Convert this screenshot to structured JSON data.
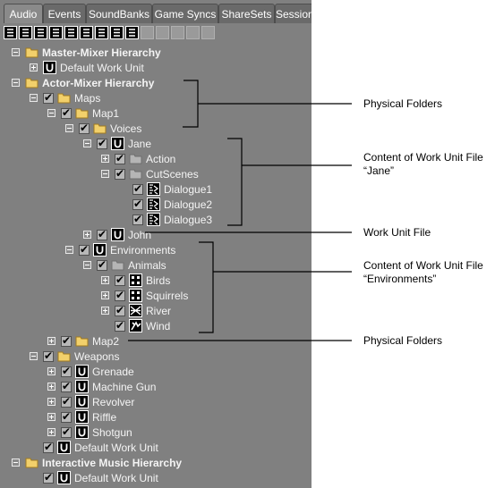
{
  "tabs": [
    {
      "label": "Audio",
      "active": true
    },
    {
      "label": "Events",
      "active": false
    },
    {
      "label": "SoundBanks",
      "active": false
    },
    {
      "label": "Game Syncs",
      "active": false
    },
    {
      "label": "ShareSets",
      "active": false
    },
    {
      "label": "Session",
      "active": false
    }
  ],
  "toolbar": {
    "icons": [
      "work-unit-icon",
      "folder-icon",
      "actor-mixer-icon",
      "random-container-icon",
      "sequence-container-icon",
      "switch-container-icon",
      "blend-container-icon",
      "sound-sfx-icon",
      "sound-voice-icon",
      "disabled-1-icon",
      "disabled-2-icon",
      "disabled-3-icon",
      "disabled-4-icon",
      "disabled-5-icon"
    ]
  },
  "tree": [
    {
      "label": "Master-Mixer Hierarchy",
      "bold": true,
      "icon": "folder",
      "expander": "minus",
      "checked": false
    },
    {
      "label": "Default Work Unit",
      "bold": false,
      "icon": "workunit",
      "expander": "plus",
      "checked": false
    },
    {
      "label": "Actor-Mixer Hierarchy",
      "bold": true,
      "icon": "folder",
      "expander": "minus",
      "checked": false
    },
    {
      "label": "Maps",
      "bold": false,
      "icon": "folder",
      "expander": "minus",
      "checked": true
    },
    {
      "label": "Map1",
      "bold": false,
      "icon": "folder",
      "expander": "minus",
      "checked": true
    },
    {
      "label": "Voices",
      "bold": false,
      "icon": "folder",
      "expander": "minus",
      "checked": true
    },
    {
      "label": "Jane",
      "bold": false,
      "icon": "workunit",
      "expander": "minus",
      "checked": true
    },
    {
      "label": "Action",
      "bold": false,
      "icon": "greyfolder",
      "expander": "plus",
      "checked": true
    },
    {
      "label": "CutScenes",
      "bold": false,
      "icon": "greyfolder",
      "expander": "minus",
      "checked": true
    },
    {
      "label": "Dialogue1",
      "bold": false,
      "icon": "voice",
      "expander": "none",
      "checked": true
    },
    {
      "label": "Dialogue2",
      "bold": false,
      "icon": "voice",
      "expander": "none",
      "checked": true
    },
    {
      "label": "Dialogue3",
      "bold": false,
      "icon": "voice",
      "expander": "none",
      "checked": true
    },
    {
      "label": "John",
      "bold": false,
      "icon": "workunit",
      "expander": "plus",
      "checked": true
    },
    {
      "label": "Environments",
      "bold": false,
      "icon": "workunit",
      "expander": "minus",
      "checked": true
    },
    {
      "label": "Animals",
      "bold": false,
      "icon": "greyfolder",
      "expander": "minus",
      "checked": true
    },
    {
      "label": "Birds",
      "bold": false,
      "icon": "random",
      "expander": "plus",
      "checked": true
    },
    {
      "label": "Squirrels",
      "bold": false,
      "icon": "random",
      "expander": "plus",
      "checked": true
    },
    {
      "label": "River",
      "bold": false,
      "icon": "blend",
      "expander": "plus",
      "checked": true
    },
    {
      "label": "Wind",
      "bold": false,
      "icon": "sfx",
      "expander": "none",
      "checked": true
    },
    {
      "label": "Map2",
      "bold": false,
      "icon": "folder",
      "expander": "plus",
      "checked": true
    },
    {
      "label": "Weapons",
      "bold": false,
      "icon": "folder",
      "expander": "minus",
      "checked": true
    },
    {
      "label": "Grenade",
      "bold": false,
      "icon": "workunit",
      "expander": "plus",
      "checked": true
    },
    {
      "label": "Machine Gun",
      "bold": false,
      "icon": "workunit",
      "expander": "plus",
      "checked": true
    },
    {
      "label": "Revolver",
      "bold": false,
      "icon": "workunit",
      "expander": "plus",
      "checked": true
    },
    {
      "label": "Riffle",
      "bold": false,
      "icon": "workunit",
      "expander": "plus",
      "checked": true
    },
    {
      "label": "Shotgun",
      "bold": false,
      "icon": "workunit",
      "expander": "plus",
      "checked": true
    },
    {
      "label": "Default Work Unit",
      "bold": false,
      "icon": "workunit",
      "expander": "none",
      "checked": true
    },
    {
      "label": "Interactive Music Hierarchy",
      "bold": true,
      "icon": "folder",
      "expander": "minus",
      "checked": false
    },
    {
      "label": "Default Work Unit",
      "bold": false,
      "icon": "workunit",
      "expander": "none",
      "checked": true
    }
  ],
  "callouts": {
    "physical_folders_1": "Physical Folders",
    "content_jane": "Content of Work Unit File\n“Jane”",
    "work_unit_file": "Work Unit File",
    "content_environments": "Content of Work Unit File\n“Environments”",
    "physical_folders_2": "Physical Folders"
  },
  "colors": {
    "panel_bg": "#808080",
    "folder_yellow": "#f2d06b",
    "folder_grey": "#b5b5b5",
    "text_light": "#f4f4f4"
  }
}
